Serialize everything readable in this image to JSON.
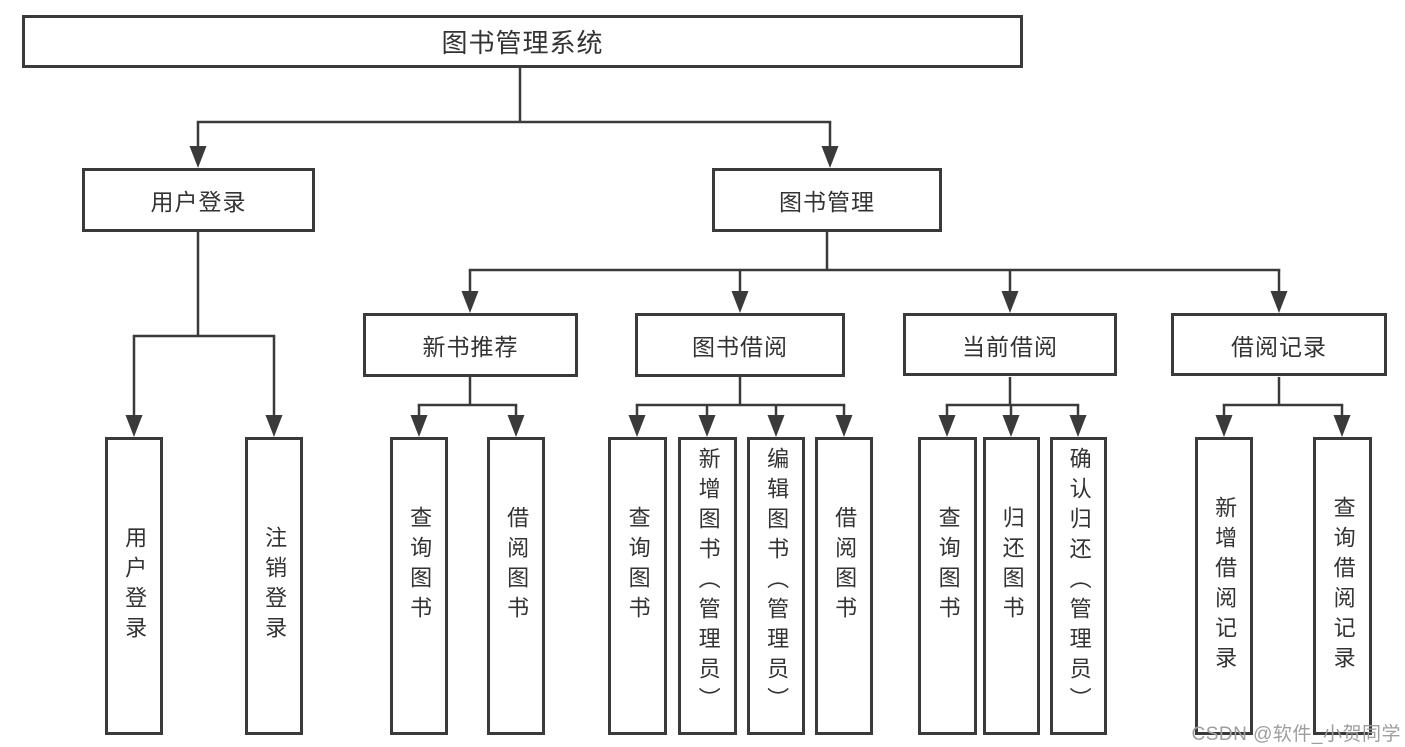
{
  "colors": {
    "line": "#3a3a3a",
    "text": "#333333",
    "watermark": "#9e9e9e",
    "background": "#ffffff"
  },
  "watermark": "CSDN @软件_小贺同学",
  "tree": {
    "label": "图书管理系统",
    "children": [
      {
        "label": "用户登录",
        "children": [
          {
            "label": "用户登录"
          },
          {
            "label": "注销登录"
          }
        ]
      },
      {
        "label": "图书管理",
        "children": [
          {
            "label": "新书推荐",
            "children": [
              {
                "label": "查询图书"
              },
              {
                "label": "借阅图书"
              }
            ]
          },
          {
            "label": "图书借阅",
            "children": [
              {
                "label": "查询图书"
              },
              {
                "label": "新增图书（管理员）"
              },
              {
                "label": "编辑图书（管理员）"
              },
              {
                "label": "借阅图书"
              }
            ]
          },
          {
            "label": "当前借阅",
            "children": [
              {
                "label": "查询图书"
              },
              {
                "label": "归还图书"
              },
              {
                "label": "确认归还（管理员）"
              }
            ]
          },
          {
            "label": "借阅记录",
            "children": [
              {
                "label": "新增借阅记录"
              },
              {
                "label": "查询借阅记录"
              }
            ]
          }
        ]
      }
    ]
  }
}
